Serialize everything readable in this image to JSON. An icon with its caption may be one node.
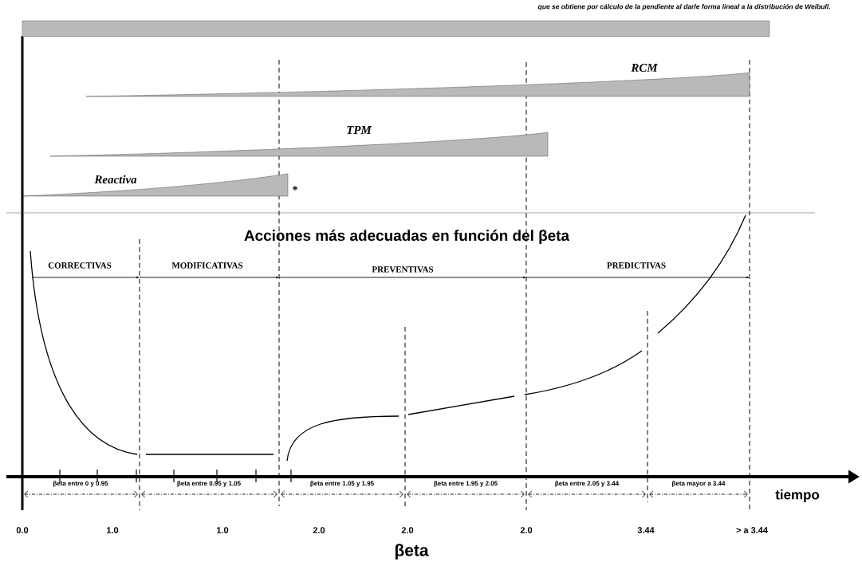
{
  "diagram": {
    "title": "Acciones más adecuadas en función del βeta",
    "nodes": [
      {
        "text": [],
        "shape": "bar"
      },
      {
        "text": [
          "RCM"
        ]
      },
      {
        "text": [
          "TPM"
        ]
      },
      {
        "text": [
          "Reactiva"
        ]
      }
    ],
    "labels": [
      "que se obtiene por cálculo de la pendiente al darle forma lineal a la distribución de Weibull.",
      "*",
      "CORRECTIVAS",
      "MODIFICATIVAS",
      "PREVENTIVAS",
      "PREDICTIVAS",
      "βeta entre 0 y 0.95",
      "βeta entre 0.95 y 1.05",
      "βeta entre 1.05 y 1.95",
      "βeta entre 1.95 y 2.05",
      "βeta entre 2.05 y 3.44",
      "βeta mayor a 3.44",
      "tiempo",
      "0.0",
      "1.0",
      "1.0",
      "2.0",
      "2.0",
      "2.0",
      "3.44",
      "> a 3.44",
      "βeta"
    ]
  }
}
